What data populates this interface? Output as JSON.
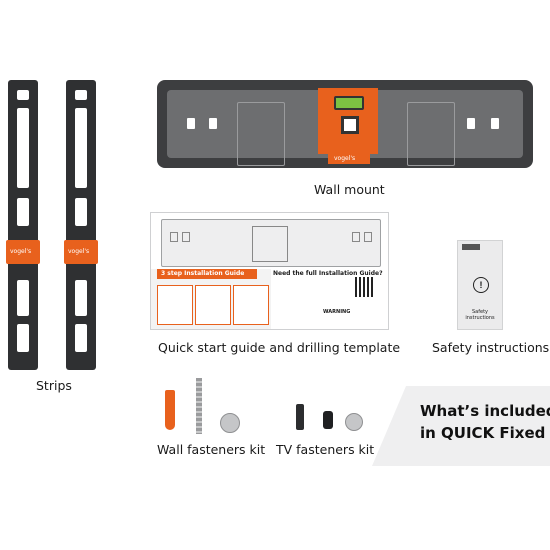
{
  "captions": {
    "wall_mount": "Wall mount",
    "strips": "Strips",
    "quick_start": "Quick start guide and drilling template",
    "safety": "Safety instructions",
    "wall_fasteners": "Wall fasteners kit",
    "tv_fasteners": "TV fasteners kit"
  },
  "included": {
    "line1": "What’s included",
    "line2": "in QUICK Fixed S"
  },
  "brand_mark": "vogel's",
  "guide": {
    "banner": "3 step Installation Guide",
    "full_guide_prompt": "Need the full Installation Guide?",
    "warning": "WARNING"
  },
  "safety_card_label": "Safety instructions",
  "colors": {
    "accent_orange": "#e8611d",
    "mount_dark": "#3d3e40",
    "strip_dark": "#2f3032",
    "panel_grey": "#efeff0"
  },
  "icons": [
    "spirit-level-icon",
    "warning-exclamation-icon",
    "qr-code-icon"
  ]
}
